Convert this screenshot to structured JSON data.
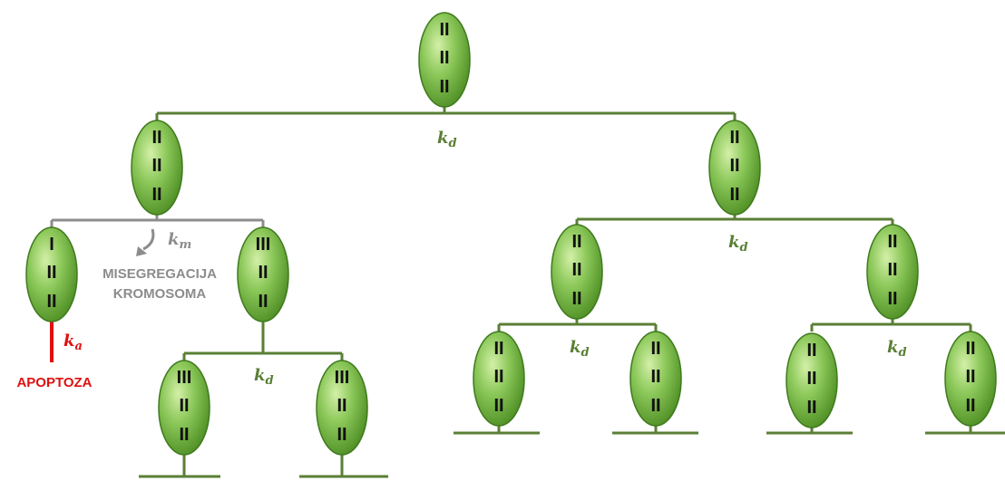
{
  "labels": {
    "k_d": "k",
    "k_d_sub": "d",
    "k_m": "k",
    "k_m_sub": "m",
    "k_a": "k",
    "k_a_sub": "a",
    "misegregation_line1": "MISEGREGACIJA",
    "misegregation_line2": "KROMOSOMA",
    "apoptosis": "APOPTOZA"
  },
  "cells": {
    "root": [
      "II",
      "II",
      "II"
    ],
    "l1_left": [
      "II",
      "II",
      "II"
    ],
    "l1_right": [
      "II",
      "II",
      "II"
    ],
    "l2_aneuploid_low": [
      "I",
      "II",
      "II"
    ],
    "l2_aneuploid_high": [
      "III",
      "II",
      "II"
    ],
    "l2_rr_left": [
      "II",
      "II",
      "II"
    ],
    "l2_rr_right": [
      "II",
      "II",
      "II"
    ],
    "l3_high_left": [
      "III",
      "II",
      "II"
    ],
    "l3_high_right": [
      "III",
      "II",
      "II"
    ],
    "l3_a": [
      "II",
      "II",
      "II"
    ],
    "l3_b": [
      "II",
      "II",
      "II"
    ],
    "l3_c": [
      "II",
      "II",
      "II"
    ],
    "l3_d": [
      "II",
      "II",
      "II"
    ]
  },
  "colors": {
    "tree_line": "#5a7f35",
    "misseg_line": "#8c8c8c",
    "apoptosis": "#e01010",
    "cell_light": "#b8e08a",
    "cell_dark": "#5a9a2c",
    "cell_edge": "#3f7a1d",
    "chromosome": "#111111"
  }
}
